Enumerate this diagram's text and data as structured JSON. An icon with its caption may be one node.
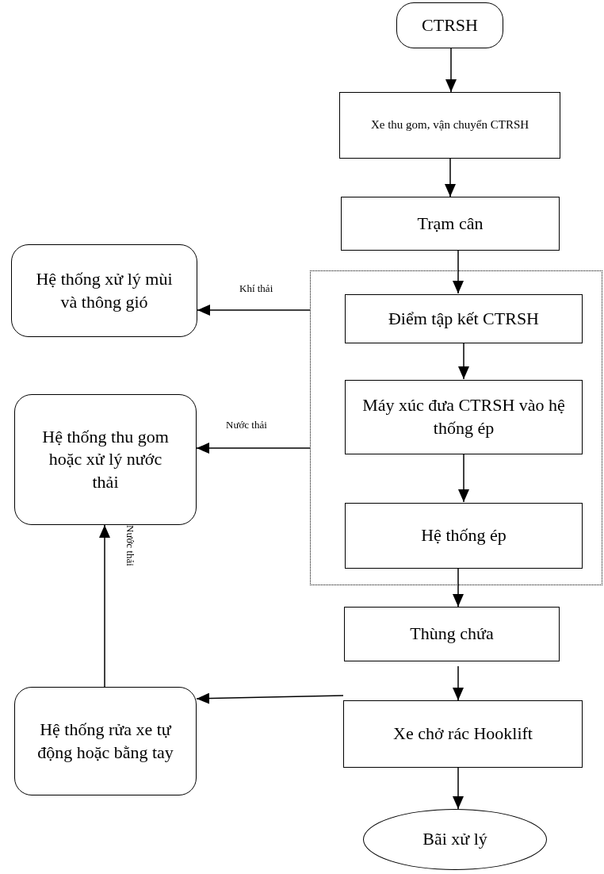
{
  "diagram": {
    "nodes": [
      {
        "text": [
          "CTRSH"
        ]
      },
      {
        "text": [
          "Xe thu gom, vận chuyển CTRSH"
        ]
      },
      {
        "text": [
          "Trạm cân"
        ]
      },
      {
        "text": [
          "Hệ thống xử lý mùi và thông gió"
        ]
      },
      {
        "text": [],
        "shape": "box"
      },
      {
        "text": [
          "Điểm tập kết CTRSH"
        ],
        "in": 4
      },
      {
        "text": [
          "Máy xúc đưa CTRSH vào hệ thống ép"
        ],
        "in": 4
      },
      {
        "text": [
          "Hệ thống ép"
        ],
        "in": 4
      },
      {
        "text": [
          "Hệ thống thu gom hoặc xử lý nước thải"
        ]
      },
      {
        "text": [
          "Thùng chứa"
        ]
      },
      {
        "text": [
          "Hệ thống rửa xe tự động hoặc bằng tay"
        ]
      },
      {
        "text": [
          "Xe chở rác Hooklift"
        ]
      },
      {
        "text": [
          "Bãi xử lý"
        ]
      }
    ],
    "edges": [
      {
        "from": 0,
        "to": 1,
        "arrow": "to"
      },
      {
        "from": 1,
        "to": 2,
        "arrow": "to"
      },
      {
        "from": 2,
        "to": 5,
        "arrow": "to"
      },
      {
        "from": 4,
        "to": 3,
        "arrow": "to",
        "label": "Khí thải"
      },
      {
        "from": 5,
        "to": 6,
        "arrow": "to"
      },
      {
        "from": 4,
        "to": 8,
        "arrow": "to",
        "label": "Nước thải"
      },
      {
        "from": 6,
        "to": 7,
        "arrow": "to"
      },
      {
        "from": 7,
        "to": 9,
        "arrow": "to"
      },
      {
        "from": 9,
        "to": 11,
        "arrow": "to"
      },
      {
        "from": 11,
        "to": 10,
        "arrow": "to"
      },
      {
        "from": 10,
        "to": 8,
        "arrow": "to",
        "label": "Nước thải"
      },
      {
        "from": 11,
        "to": 12,
        "arrow": "to"
      }
    ]
  }
}
